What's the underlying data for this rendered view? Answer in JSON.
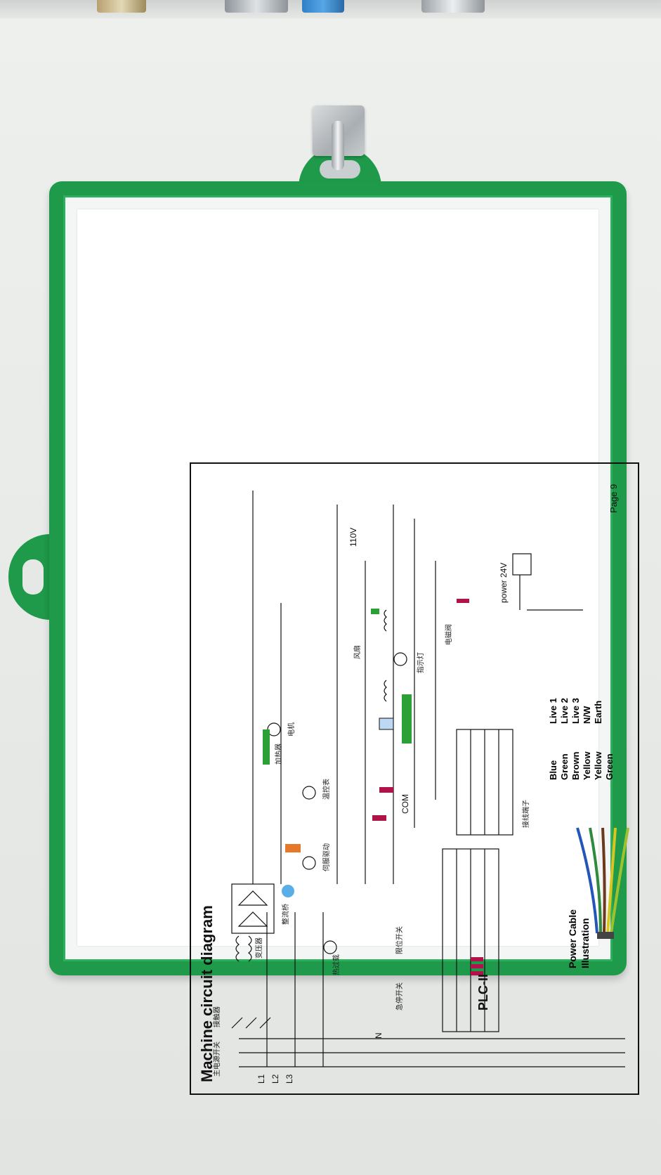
{
  "photo": {
    "subject": "Machine circuit diagram sheet in a green frame hanging on a white cabinet wall",
    "colors": {
      "frame": "#1f9a4a",
      "wall": "#eceeec",
      "paper": "#ffffff",
      "ink": "#111111",
      "accent_green": "#2aa036",
      "accent_red": "#b0124a",
      "accent_blue": "#5aaee8"
    }
  },
  "sheet": {
    "title": "Machine circuit diagram",
    "page": "Page 9",
    "plc": "PLC-II",
    "phase_labels": [
      "L1",
      "L2",
      "L3"
    ],
    "neutral": "N",
    "power_label": "power 24V",
    "voltage_label": "110V",
    "com_label": "COM",
    "cable_caption": "Power Cable\nIllustration",
    "cable_legend": [
      {
        "color": "Blue",
        "meaning": "Live 1"
      },
      {
        "color": "Green",
        "meaning": "Live 2"
      },
      {
        "color": "Brown",
        "meaning": "Live 3"
      },
      {
        "color": "Yellow",
        "meaning": "N/W"
      },
      {
        "color": "Yellow Green",
        "meaning": "Earth"
      }
    ],
    "cable_wire_colors": [
      "#2356b8",
      "#2e8b3d",
      "#6b3a1e",
      "#d8c51f",
      "#9fc12f"
    ],
    "chinese_labels": [
      "主电源开关",
      "接触器",
      "热过载",
      "变压器",
      "整流桥",
      "伺服驱动",
      "加热器",
      "温控表",
      "电机",
      "指示灯",
      "急停开关",
      "限位开关",
      "接线端子",
      "风扇",
      "电磁阀"
    ]
  }
}
